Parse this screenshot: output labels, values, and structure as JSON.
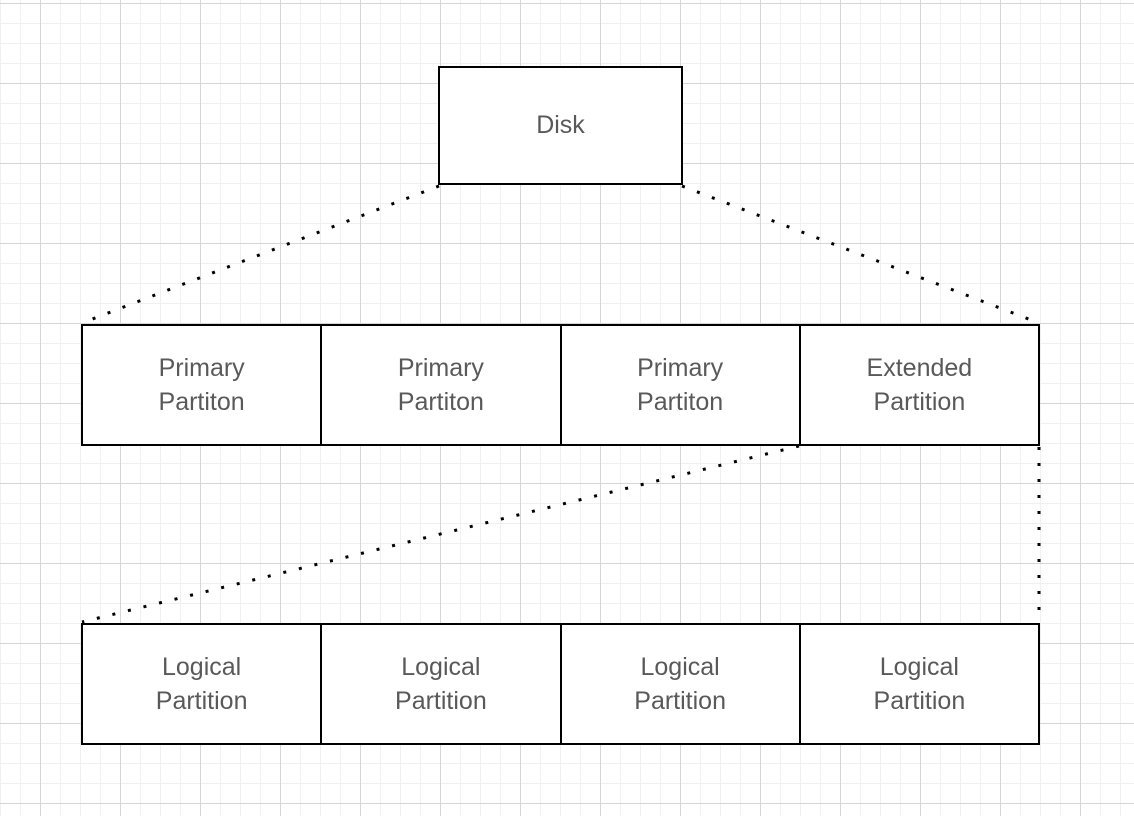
{
  "diagram": {
    "nodes": {
      "disk": {
        "id": "disk",
        "label": "Disk"
      },
      "partitions": [
        {
          "id": "primary-partition-1",
          "label": "Primary Partiton"
        },
        {
          "id": "primary-partition-2",
          "label": "Primary Partiton"
        },
        {
          "id": "primary-partition-3",
          "label": "Primary Partiton"
        },
        {
          "id": "extended-partition",
          "label": "Extended Partition"
        }
      ],
      "logical": [
        {
          "id": "logical-partition-1",
          "label": "Logical Partition"
        },
        {
          "id": "logical-partition-2",
          "label": "Logical Partition"
        },
        {
          "id": "logical-partition-3",
          "label": "Logical Partition"
        },
        {
          "id": "logical-partition-4",
          "label": "Logical Partition"
        }
      ]
    },
    "connectors": [
      {
        "from": "disk",
        "to": "partition-row-left",
        "style": "dotted"
      },
      {
        "from": "disk",
        "to": "partition-row-right",
        "style": "dotted"
      },
      {
        "from": "extended-partition",
        "to": "logical-row-left",
        "style": "dotted"
      },
      {
        "from": "extended-partition",
        "to": "logical-row-right",
        "style": "dotted"
      }
    ],
    "colors": {
      "box_border": "#000000",
      "box_fill": "#ffffff",
      "text": "#595959",
      "connector": "#000000",
      "grid_minor": "#f0f0f0",
      "grid_major": "#d6d6d6",
      "canvas_background": "#ffffff"
    }
  }
}
